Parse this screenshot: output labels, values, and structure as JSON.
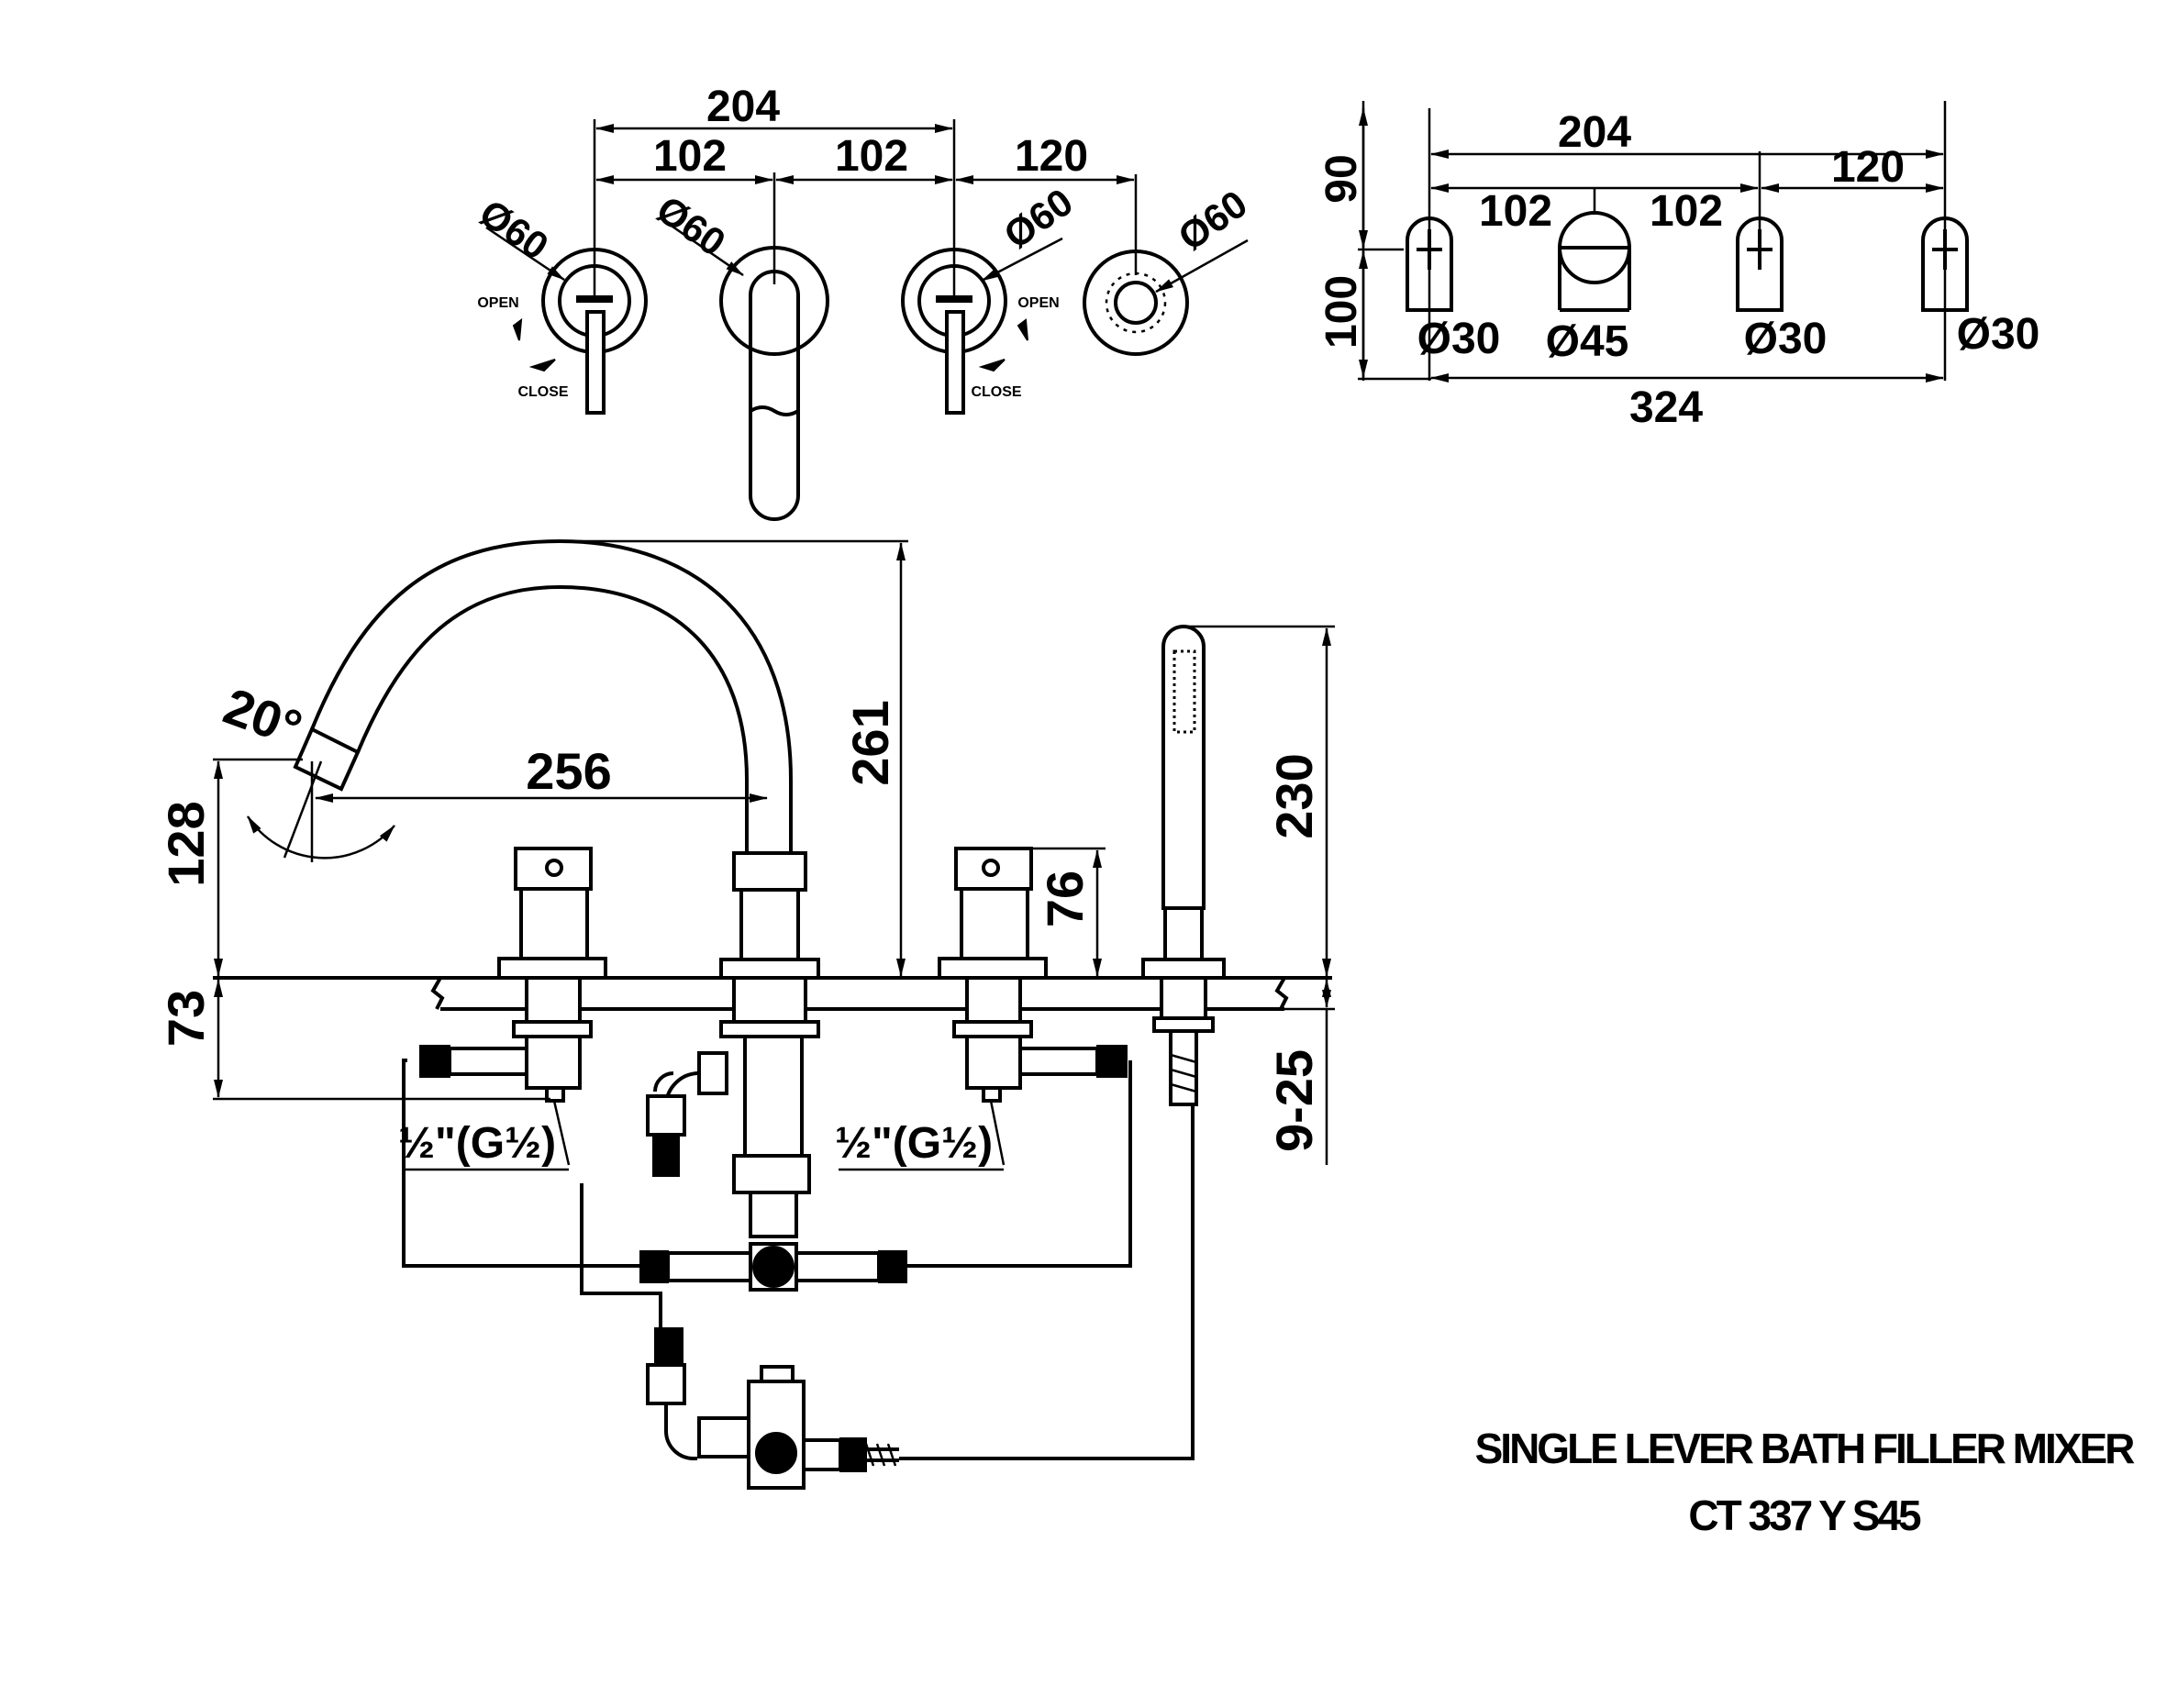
{
  "top_view": {
    "dim_top": "204",
    "dim_half_left": "102",
    "dim_half_right": "102",
    "dim_shower": "120",
    "dia_1": "Ø60",
    "dia_2": "Ø60",
    "dia_3": "Ø60",
    "dia_4": "Ø60",
    "label_open_left": "OPEN",
    "label_close_left": "CLOSE",
    "label_open_right": "OPEN",
    "label_close_right": "CLOSE"
  },
  "right_view": {
    "dim_height_top": "90",
    "dim_height_main": "100",
    "dim_spread": "204",
    "dim_shower": "120",
    "dim_left": "102",
    "dim_right": "102",
    "dia_a": "Ø30",
    "dia_b": "Ø45",
    "dia_c": "Ø30",
    "dia_d": "Ø30",
    "dim_total": "324"
  },
  "front_view": {
    "angle": "20°",
    "dim_reach": "256",
    "dim_spout_height": "261",
    "dim_outlet_height": "128",
    "dim_handle_height": "76",
    "dim_shower_height": "230",
    "dim_below_deck": "73",
    "dim_deck_thickness": "9-25",
    "thread_left": "½\"(G½)",
    "thread_right": "½\"(G½)"
  },
  "title_block": {
    "product_name": "SINGLE LEVER BATH FILLER MIXER",
    "model_code": "CT 337 Y S45"
  }
}
